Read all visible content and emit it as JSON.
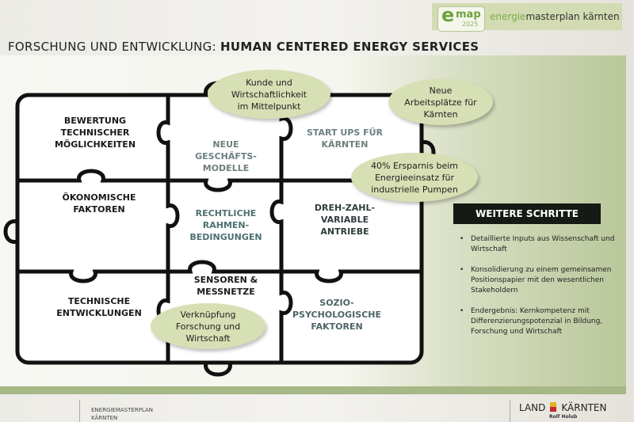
{
  "header": {
    "logo": {
      "e": "e",
      "map": "map",
      "year": "2025"
    },
    "brand_prefix": "energie",
    "brand_rest": "masterplan kärnten"
  },
  "title": {
    "prefix": "FORSCHUNG UND ENTWICKLUNG: ",
    "bold": "HUMAN CENTERED ENERGY SERVICES"
  },
  "puzzle": {
    "pieces": [
      {
        "label": "BEWERTUNG TECHNISCHER MÖGLICHKEITEN"
      },
      {
        "label": "NEUE GESCHÄFTS-MODELLE"
      },
      {
        "label": "START UPS FÜR KÄRNTEN"
      },
      {
        "label": "ÖKONOMISCHE FAKTOREN"
      },
      {
        "label": "RECHTLICHE RAHMEN-BEDINGUNGEN"
      },
      {
        "label": "DREH-ZAHL-VARIABLE ANTRIEBE"
      },
      {
        "label": "TECHNISCHE ENTWICKLUNGEN"
      },
      {
        "label": "SENSOREN & MESSNETZE"
      },
      {
        "label": "SOZIO-PSYCHOLOGISCHE FAKTOREN"
      }
    ],
    "bubbles": [
      {
        "text": "Kunde und Wirtschaftlichkeit im Mittelpunkt"
      },
      {
        "text": "Neue Arbeitsplätze für Kärnten"
      },
      {
        "text": "40% Ersparnis beim Energieeinsatz für industrielle Pumpen"
      },
      {
        "text": "Verknüpfung Forschung und Wirtschaft"
      }
    ]
  },
  "next_steps": {
    "heading": "WEITERE SCHRITTE",
    "items": [
      "Detaillierte Inputs aus Wissenschaft und Wirtschaft",
      "Konsolidierung zu einem gemeinsamen Positionspapier mit den wesentlichen Stakeholdern",
      "Endergebnis: Kernkompetenz mit Differenzierungspotenzial in Bildung, Forschung und Wirtschaft"
    ]
  },
  "footer": {
    "line1": "ENERGIEMASTERPLAN",
    "line2": "KÄRNTEN",
    "land_left": "LAND",
    "land_right": "KÄRNTEN",
    "person": "Rolf Holub"
  }
}
